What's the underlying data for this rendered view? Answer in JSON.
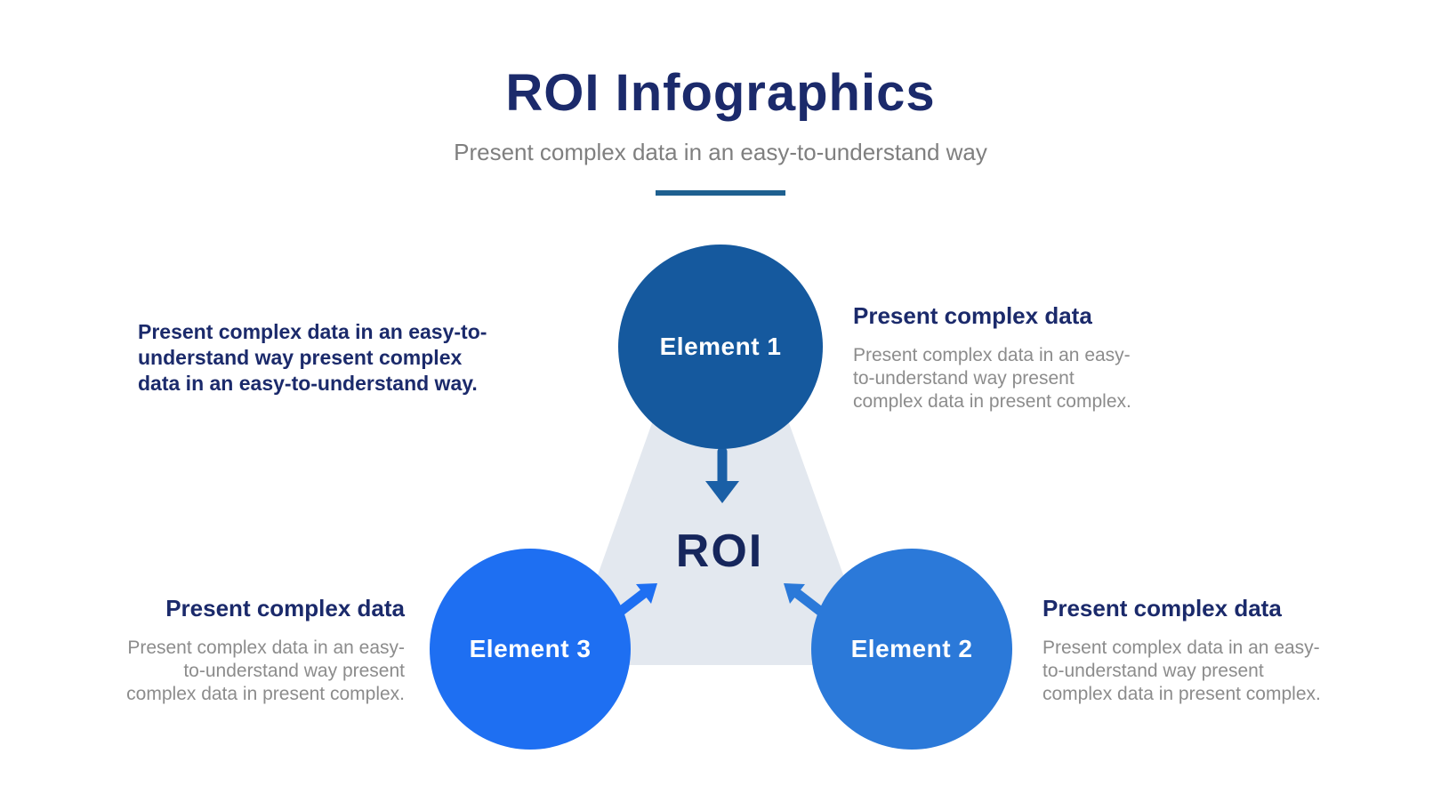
{
  "header": {
    "title": "ROI Infographics",
    "subtitle": "Present complex data in an easy-to-understand way"
  },
  "intro": {
    "text": "Present complex data in an easy-to-\nunderstand way present complex\ndata in an easy-to-understand way."
  },
  "diagram": {
    "center_label": "ROI"
  },
  "elements": [
    {
      "label": "Element 1",
      "heading": "Present complex data",
      "description": "Present complex data in an easy-\nto-understand way present\ncomplex data in present complex.",
      "color": "#15599E"
    },
    {
      "label": "Element 2",
      "heading": "Present complex data",
      "description": "Present complex data in an easy-\nto-understand way present\ncomplex data in present complex.",
      "color": "#2B79D9"
    },
    {
      "label": "Element 3",
      "heading": "Present complex data",
      "description": "Present complex data in an easy-\nto-understand way present\ncomplex data in present complex.",
      "color": "#1E6FF2"
    }
  ],
  "colors": {
    "title_navy": "#1B2A6B",
    "roi_navy": "#16265C",
    "body_gray": "#8C8C8C",
    "subtitle_gray": "#7F7F7F",
    "triangle_fill": "#E3E8EF",
    "divider_blue": "#1E6090",
    "element1_blue": "#15599E",
    "element2_blue": "#2B79D9",
    "element3_blue": "#1E6FF2",
    "arrow_top_blue": "#1A5FA6"
  }
}
